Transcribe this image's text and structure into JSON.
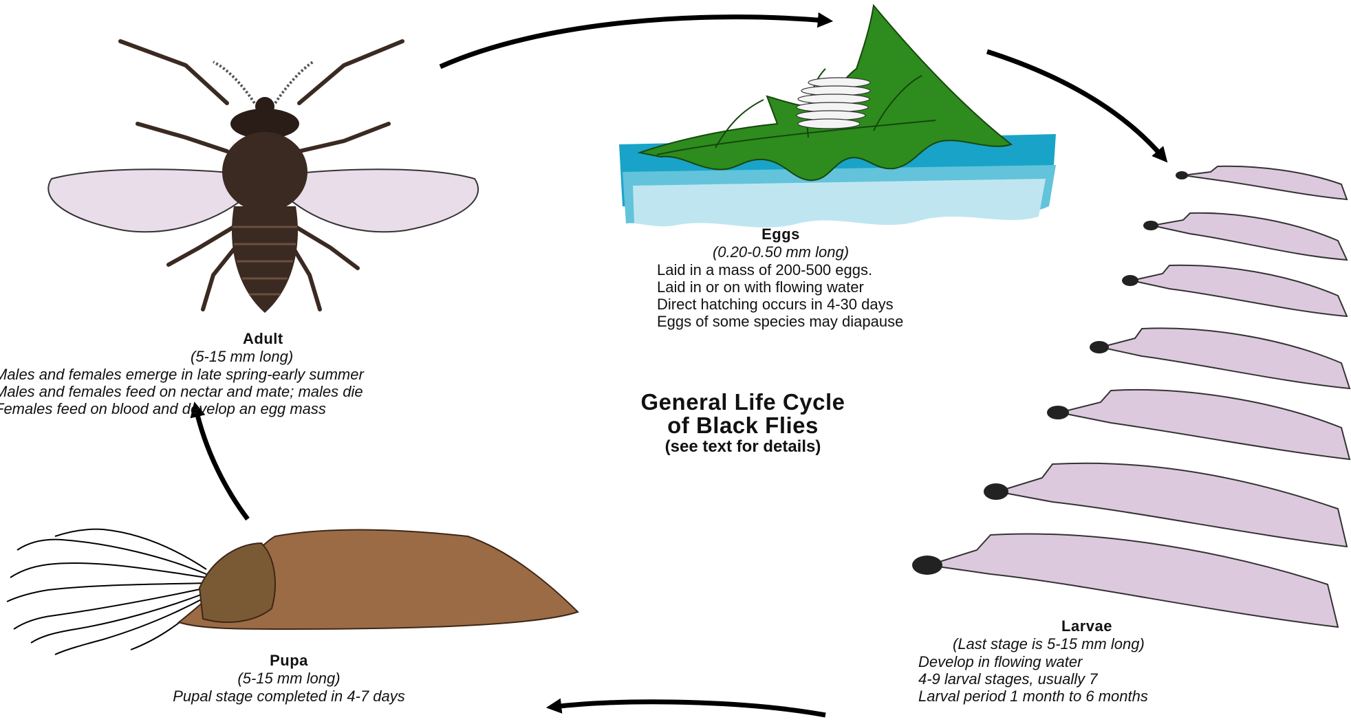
{
  "title": {
    "line1": "General Life Cycle",
    "line2": "of Black Flies",
    "line3": "(see text for details)"
  },
  "stages": {
    "eggs": {
      "name": "Eggs",
      "size": "(0.20-0.50 mm long)",
      "notes": [
        "Laid in a mass of 200-500 eggs.",
        "Laid in or on with flowing water",
        "Direct hatching occurs in 4-30 days",
        "Eggs of some species may diapause"
      ]
    },
    "larvae": {
      "name": "Larvae",
      "size": "(Last stage is 5-15 mm long)",
      "notes": [
        "Develop in flowing water",
        "4-9 larval stages, usually 7",
        "Larval period 1 month to 6 months"
      ]
    },
    "pupa": {
      "name": "Pupa",
      "size": "(5-15 mm long)",
      "notes": [
        "Pupal stage completed in 4-7 days"
      ]
    },
    "adult": {
      "name": "Adult",
      "size": "(5-15 mm long)",
      "notes": [
        "Males and females emerge in late spring-early summer",
        "Males and females feed on nectar and mate; males die",
        "Females feed on blood and develop an egg mass"
      ]
    }
  },
  "colors": {
    "leaf": "#2e8b1e",
    "water_dark": "#1aa3c8",
    "water_light": "#bfe6f0",
    "larva": "#ddc9dd",
    "pupa_case": "#9a6b45",
    "fly_body": "#3b2a22",
    "wing": "#e9dde9"
  }
}
